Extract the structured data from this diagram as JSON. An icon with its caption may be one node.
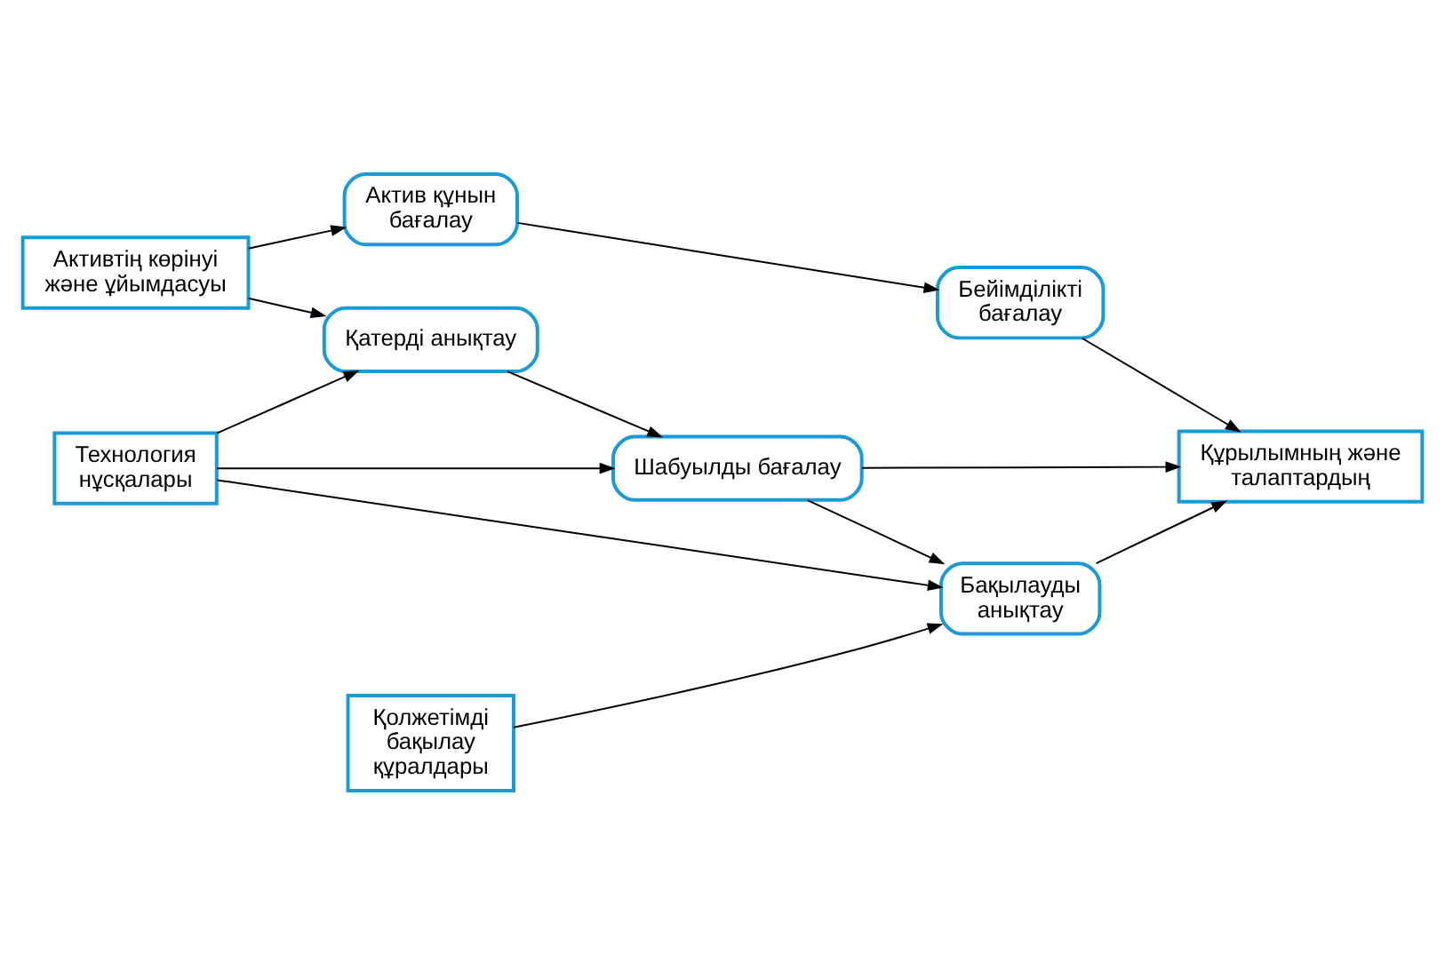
{
  "diagram": {
    "nodes": [
      {
        "text": [
          "Активтің көрінуі және ұйымдасуы"
        ]
      },
      {
        "text": [
          "Актив құнын бағалау"
        ]
      },
      {
        "text": [
          "Бейімділікті бағалау"
        ]
      },
      {
        "text": [
          "Қатерді анықтау"
        ]
      },
      {
        "text": [
          "Шабуылды бағалау"
        ]
      },
      {
        "text": [
          "Технология нұсқалары"
        ]
      },
      {
        "text": [
          "Бақылауды анықтау"
        ]
      },
      {
        "text": [
          "Құрылымның және талаптардың"
        ]
      },
      {
        "text": [
          "Қолжетімді бақылау құралдары"
        ]
      }
    ],
    "edges": [
      {
        "from": 0,
        "to": 1,
        "arrow": "to"
      },
      {
        "from": 0,
        "to": 3,
        "arrow": "to"
      },
      {
        "from": 1,
        "to": 2,
        "arrow": "to"
      },
      {
        "from": 2,
        "to": 7,
        "arrow": "to"
      },
      {
        "from": 3,
        "to": 4,
        "arrow": "to"
      },
      {
        "from": 5,
        "to": 3,
        "arrow": "to"
      },
      {
        "from": 5,
        "to": 4,
        "arrow": "to"
      },
      {
        "from": 5,
        "to": 6,
        "arrow": "to"
      },
      {
        "from": 4,
        "to": 6,
        "arrow": "to"
      },
      {
        "from": 4,
        "to": 7,
        "arrow": "to"
      },
      {
        "from": 6,
        "to": 7,
        "arrow": "to"
      },
      {
        "from": 8,
        "to": 6,
        "arrow": "to"
      }
    ]
  }
}
